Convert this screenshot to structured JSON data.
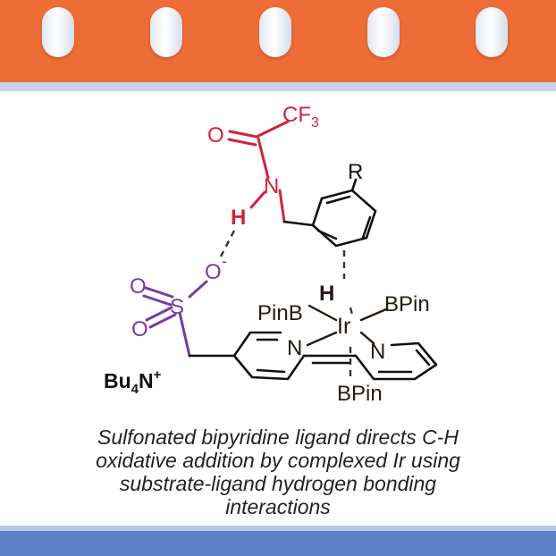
{
  "colors": {
    "header": "#ee6c35",
    "footer": "#5b82c8",
    "amide": "#d0243e",
    "sulfonate": "#7a3aa4",
    "complex": "#2a1810",
    "black": "#111111"
  },
  "labels": {
    "cf3": "CF",
    "cf3_sub": "3",
    "carbonyl_o": "O",
    "amide_n": "N",
    "amide_h": "H",
    "r_group": "R",
    "sulfonate_o_top": "O",
    "sulfonate_o_bottom": "O",
    "sulfonate_s": "S",
    "sulfonate_o_minus": "O",
    "minus_charge": "-",
    "aryl_h": "H",
    "pinb_left": "PinB",
    "bpin_right": "BPin",
    "iridium": "Ir",
    "pyridine_n_left": "N",
    "pyridine_n_right": "N",
    "bpin_bottom": "BPin",
    "counterion_bu": "Bu",
    "counterion_sub": "4",
    "counterion_n": "N",
    "counterion_sup": "+"
  },
  "caption": {
    "line1": "Sulfonated bipyridine ligand directs C-H",
    "line2": "oxidative addition by complexed Ir using",
    "line3": "substrate-ligand hydrogen bonding",
    "line4": "interactions"
  }
}
